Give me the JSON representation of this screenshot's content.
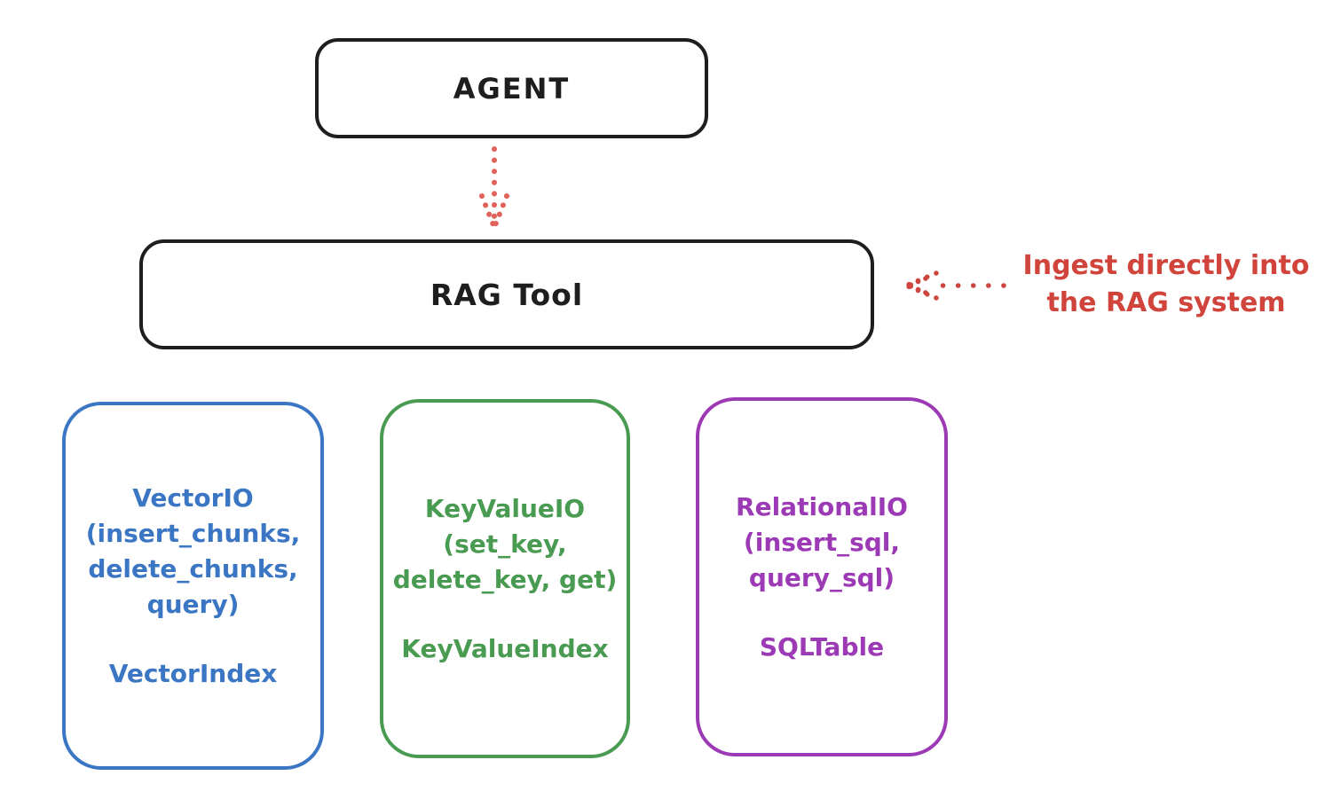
{
  "nodes": {
    "agent": {
      "label": "AGENT"
    },
    "rag_tool": {
      "label": "RAG Tool"
    }
  },
  "annotation": {
    "line1": "Ingest directly into",
    "line2": "the RAG system"
  },
  "stores": [
    {
      "name": "vector-io",
      "lines": [
        "VectorIO",
        "(insert_chunks,",
        "delete_chunks,",
        "query)"
      ],
      "index_label": "VectorIndex",
      "color": "#3a76c3"
    },
    {
      "name": "keyvalue-io",
      "lines": [
        "KeyValueIO",
        "(set_key,",
        "delete_key, get)"
      ],
      "index_label": "KeyValueIndex",
      "color": "#4a9b52"
    },
    {
      "name": "relational-io",
      "lines": [
        "RelationalIO",
        "(insert_sql,",
        "query_sql)"
      ],
      "index_label": "SQLTable",
      "color": "#9c3ab5"
    }
  ],
  "arrows": [
    {
      "name": "agent-to-rag-tool",
      "style": "dotted",
      "direction": "down",
      "color": "#e0625a"
    },
    {
      "name": "ingest-into-rag-tool",
      "style": "dotted",
      "direction": "left",
      "color": "#cc463f"
    }
  ],
  "colors": {
    "node_stroke": "#1e1e1e",
    "annotation_red": "#d0443c",
    "background": "#ffffff"
  }
}
